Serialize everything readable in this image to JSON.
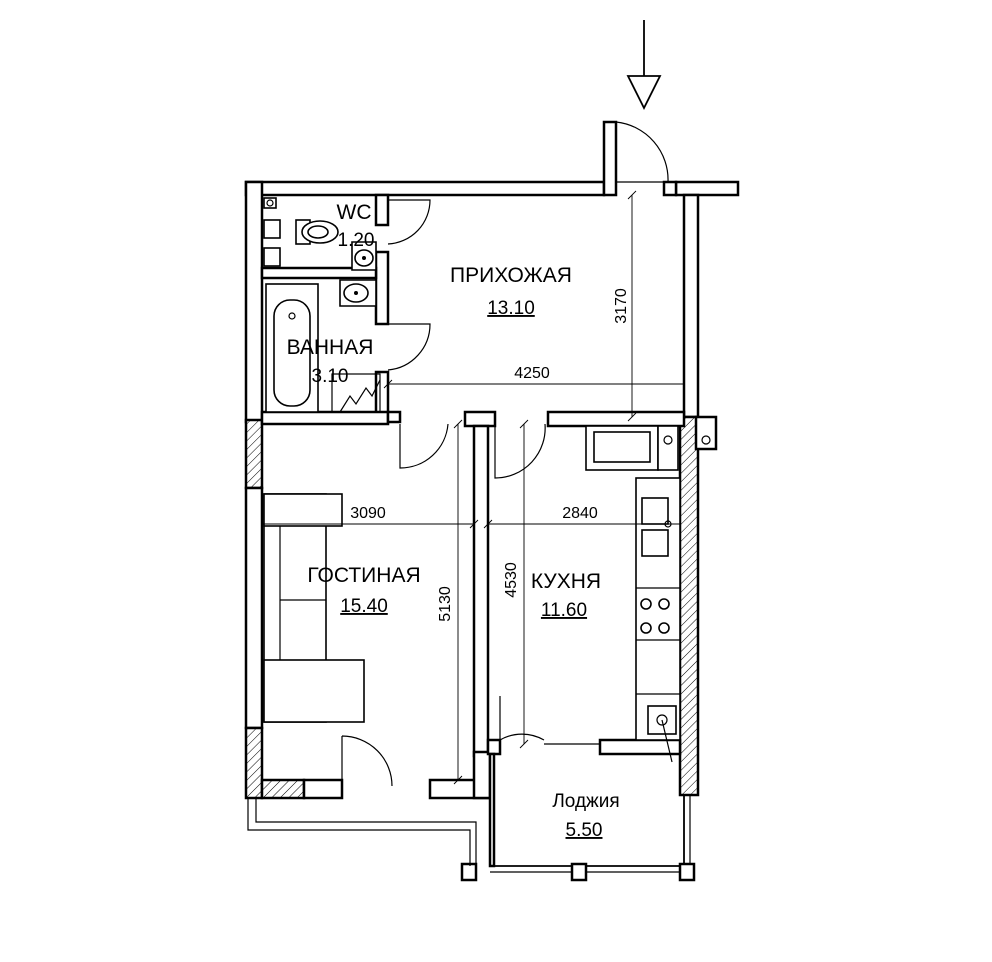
{
  "rooms": {
    "wc": {
      "name": "WC",
      "area": "1.20"
    },
    "hall": {
      "name": "ПРИХОЖАЯ",
      "area": "13.10"
    },
    "bath": {
      "name": "ВАННАЯ",
      "area": "3.10"
    },
    "living": {
      "name": "ГОСТИНАЯ",
      "area": "15.40"
    },
    "kitchen": {
      "name": "КУХНЯ",
      "area": "11.60"
    },
    "loggia": {
      "name": "Лоджия",
      "area": "5.50"
    }
  },
  "dimensions": {
    "hall_width": "4250",
    "hall_depth": "3170",
    "living_width": "3090",
    "kitchen_width": "2840",
    "living_depth": "5130",
    "kitchen_depth": "4530"
  },
  "icons": {
    "entrance": "arrow-down-icon",
    "toilet": "toilet-icon",
    "bathtub": "bathtub-icon",
    "sink": "sink-icon",
    "stove": "stove-icon",
    "sofa": "sofa-icon"
  }
}
